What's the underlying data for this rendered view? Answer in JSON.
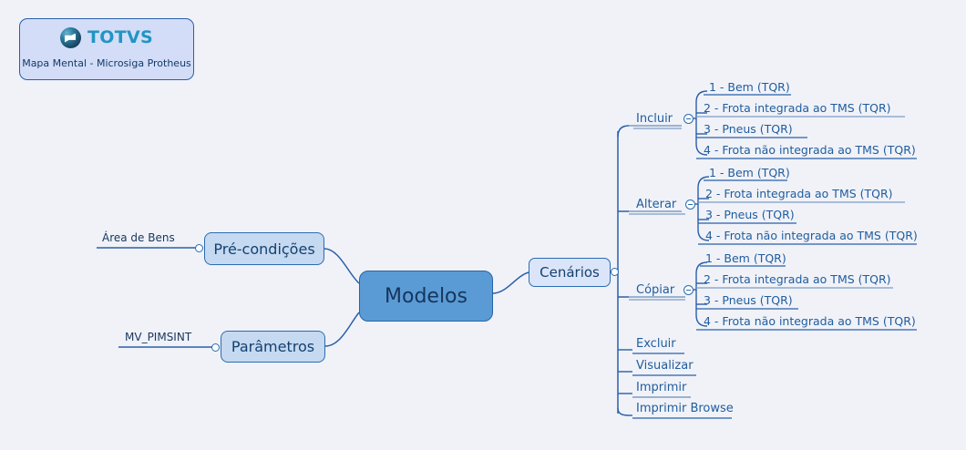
{
  "page": {
    "background_color": "#f0f2f8",
    "title": "Mapa Mental - Microsiga Protheus"
  },
  "header": {
    "logo_name": "TOTVS",
    "subtitle": "Mapa Mental - Microsiga Protheus",
    "logo_color": "#2295c4",
    "card_fill": "#d3ddf7",
    "card_border": "#2a5fa8"
  },
  "central": {
    "label": "Modelos",
    "fill": "#5b9bd5",
    "border": "#2764a5"
  },
  "left_branches": [
    {
      "label": "Pré-condições",
      "annotation": "Área de Bens",
      "fill": "#c5d9f1"
    },
    {
      "label": "Parâmetros",
      "annotation": "MV_PIMSINT",
      "fill": "#c5d9f1"
    }
  ],
  "right_branch": {
    "label": "Cenários",
    "fill": "#dbe5f9",
    "groups": [
      {
        "label": "Incluir",
        "expanded": true,
        "children": [
          "1 - Bem (TQR)",
          "2 - Frota integrada ao TMS (TQR)",
          "3 - Pneus (TQR)",
          "4 - Frota não integrada ao TMS (TQR)"
        ]
      },
      {
        "label": "Alterar",
        "expanded": true,
        "children": [
          "1 - Bem (TQR)",
          "2 - Frota integrada ao TMS (TQR)",
          "3 - Pneus (TQR)",
          "4 - Frota não integrada ao TMS (TQR)"
        ]
      },
      {
        "label": "Cópiar",
        "expanded": true,
        "children": [
          "1 - Bem (TQR)",
          "2 - Frota integrada ao TMS (TQR)",
          "3 - Pneus (TQR)",
          "4 - Frota não integrada ao TMS (TQR)"
        ]
      }
    ],
    "leaves": [
      "Excluir",
      "Visualizar",
      "Imprimir",
      "Imprimir Browse"
    ]
  },
  "colors": {
    "edge": "#2a5fa8",
    "edge_light": "#7d9dc4",
    "text_blue": "#1f5c9e",
    "text_navy": "#17375e"
  }
}
